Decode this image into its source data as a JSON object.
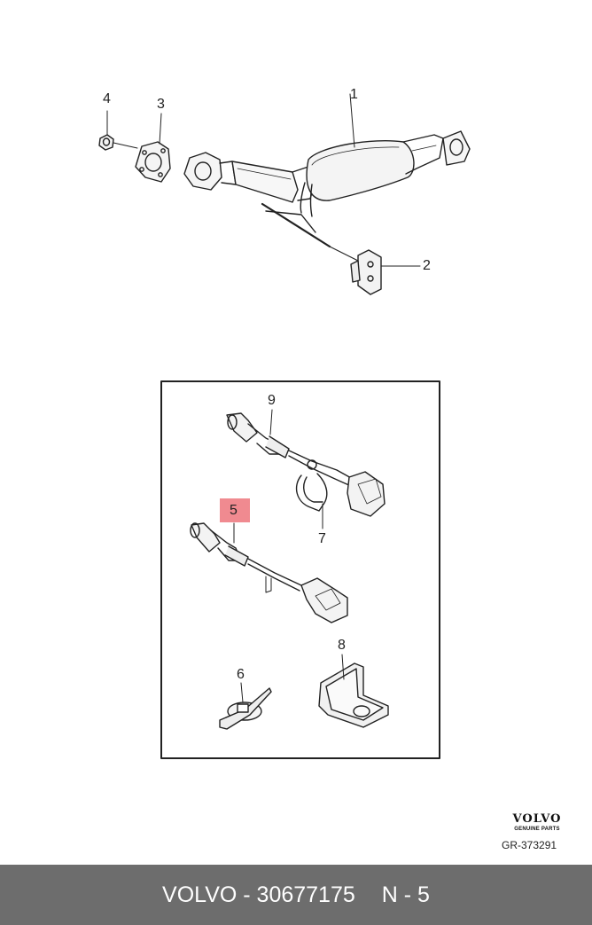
{
  "callouts": {
    "c1": "1",
    "c2": "2",
    "c3": "3",
    "c4": "4",
    "c5": "5",
    "c6": "6",
    "c7": "7",
    "c8": "8",
    "c9": "9"
  },
  "highlight_color": "#f08a90",
  "brand": {
    "logo": "VOLVO",
    "tagline": "GENUINE PARTS"
  },
  "reference_code": "GR-373291",
  "footer": {
    "part_text": "VOLVO - 30677175",
    "position_text": "N - 5"
  }
}
